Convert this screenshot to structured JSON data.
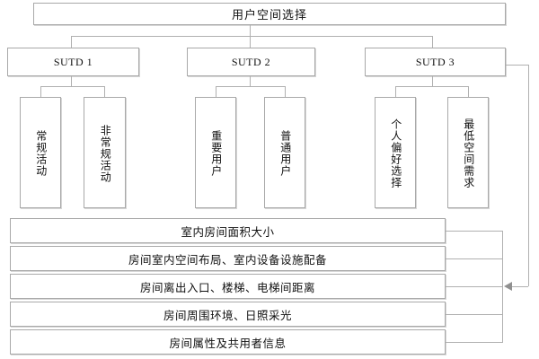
{
  "diagram": {
    "title": "用户空间选择",
    "root": {
      "label": "用户空间选择"
    },
    "level2": [
      {
        "label": "SUTD 1"
      },
      {
        "label": "SUTD 2"
      },
      {
        "label": "SUTD 3"
      }
    ],
    "level3": [
      {
        "label": "常规活动",
        "group": "SUTD 1"
      },
      {
        "label": "非常规活动",
        "group": "SUTD 1"
      },
      {
        "label": "重要用户",
        "group": "SUTD 2"
      },
      {
        "label": "普通用户",
        "group": "SUTD 2"
      },
      {
        "label": "个人偏好选择",
        "group": "SUTD 3"
      },
      {
        "label": "最低空间需求",
        "group": "SUTD 3"
      }
    ],
    "attributes": [
      {
        "label": "室内房间面积大小"
      },
      {
        "label": "房间室内空间布局、室内设备设施配备"
      },
      {
        "label": "房间离出入口、楼梯、电梯间距离"
      },
      {
        "label": "房间周围环境、日照采光"
      },
      {
        "label": "房间属性及共用者信息"
      }
    ],
    "colors": {
      "border": "#a9a9a9",
      "connector": "#b0b0b0",
      "arrow": "#909090",
      "background": "#ffffff",
      "text": "#101010"
    }
  }
}
